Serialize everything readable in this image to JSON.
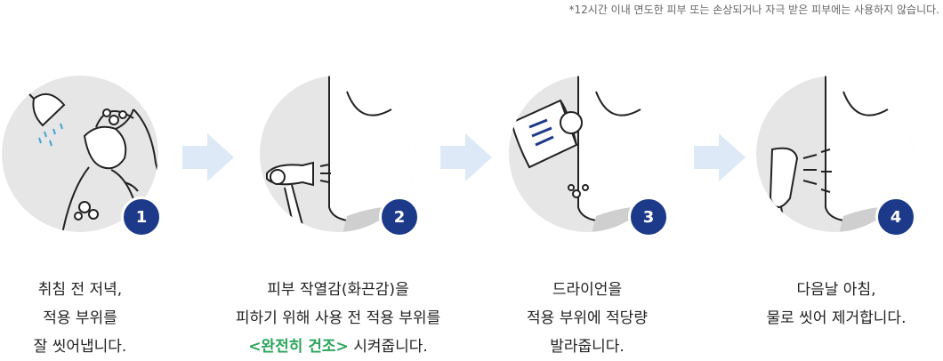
{
  "note": "*12시간 이내 면도한 피부 또는 손상되거나 자극 받은 피부에는 사용하지 않습니다.",
  "steps": [
    {
      "number": "1",
      "lines": [
        "취침 전 저녁,",
        "적용 부위를",
        "잘 씻어냅니다."
      ]
    },
    {
      "number": "2",
      "lines": [
        "피부 작열감(화끈감)을",
        "피하기 위해 사용 전 적용 부위를"
      ],
      "highlight": "<완전히 건조>",
      "suffix": " 시켜줍니다."
    },
    {
      "number": "3",
      "lines": [
        "드라이언을",
        "적용 부위에 적당량",
        "발라줍니다."
      ]
    },
    {
      "number": "4",
      "lines": [
        "다음날 아침,",
        "물로 씻어 제거합니다."
      ]
    }
  ],
  "colors": {
    "badge": "#1d3a8a",
    "circle": "#e6e6e6",
    "arrow": "#dde9f7",
    "highlight": "#2aa55a"
  },
  "icons": [
    "shower-head-icon",
    "hair-dryer-icon",
    "roll-on-bottle-icon",
    "shower-head-icon"
  ],
  "product_label": "드라이언"
}
